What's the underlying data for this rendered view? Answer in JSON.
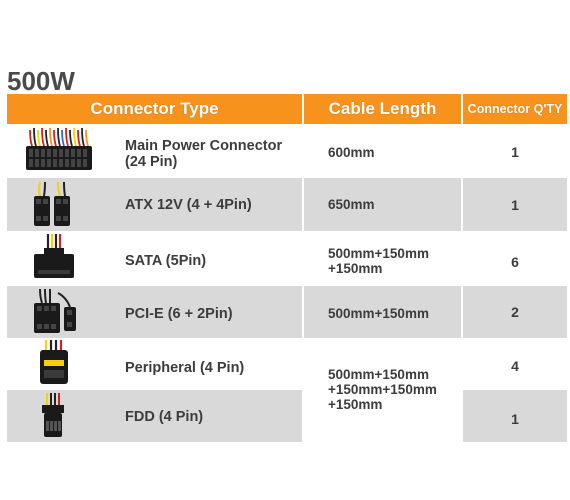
{
  "title": "500W",
  "headers": {
    "type": "Connector Type",
    "length": "Cable Length",
    "qty": "Connector Q'TY"
  },
  "rows": [
    {
      "name_line1": "Main Power Connector",
      "name_line2": "(24 Pin)",
      "length_line1": "600mm",
      "qty": "1",
      "icon": "24-pin-connector-icon"
    },
    {
      "name_line1": "ATX 12V (4 + 4Pin)",
      "length_line1": "650mm",
      "qty": "1",
      "icon": "atx-8-pin-connector-icon"
    },
    {
      "name_line1": "SATA (5Pin)",
      "length_line1": "500mm+150mm",
      "length_line2": "+150mm",
      "qty": "6",
      "icon": "sata-connector-icon"
    },
    {
      "name_line1": "PCI-E (6 + 2Pin)",
      "length_line1": "500mm+150mm",
      "qty": "2",
      "icon": "pcie-connector-icon"
    },
    {
      "name_line1": "Peripheral (4 Pin)",
      "qty": "4",
      "icon": "molex-connector-icon"
    },
    {
      "name_line1": "FDD (4 Pin)",
      "qty": "1",
      "icon": "fdd-connector-icon"
    }
  ],
  "shared_length": {
    "line1": "500mm+150mm",
    "line2": "+150mm+150mm",
    "line3": "+150mm"
  },
  "colors": {
    "header_bg": "#f7931d",
    "row_gray": "#d9d9d9",
    "text": "#3c3c3c"
  }
}
